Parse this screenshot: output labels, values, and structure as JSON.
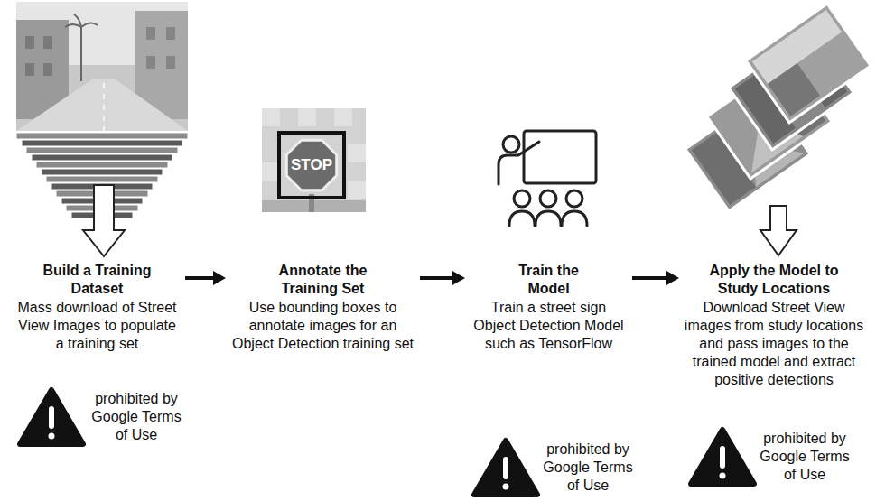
{
  "diagram": {
    "nodes": [
      {
        "text": [
          "Build a Training Dataset",
          "Mass download of Street View Images to populate a training set"
        ]
      },
      {
        "text": [
          "Annotate the Training Set",
          "Use bounding boxes to annotate images for an Object Detection training set"
        ]
      },
      {
        "text": [
          "Train the Model",
          "Train a street sign Object Detection Model such as TensorFlow"
        ]
      },
      {
        "text": [
          "Apply the Model to Study Locations",
          "Download Street View images from study locations and pass images to the trained model and extract positive detections"
        ]
      }
    ],
    "edges": [
      {
        "from": 0,
        "to": 1,
        "arrow": "to"
      },
      {
        "from": 1,
        "to": 2,
        "arrow": "to"
      },
      {
        "from": 2,
        "to": 3,
        "arrow": "to"
      }
    ],
    "labels": [
      "STOP",
      "prohibited by Google Terms of Use",
      "prohibited by Google Terms of Use",
      "prohibited by Google Terms of Use"
    ]
  }
}
